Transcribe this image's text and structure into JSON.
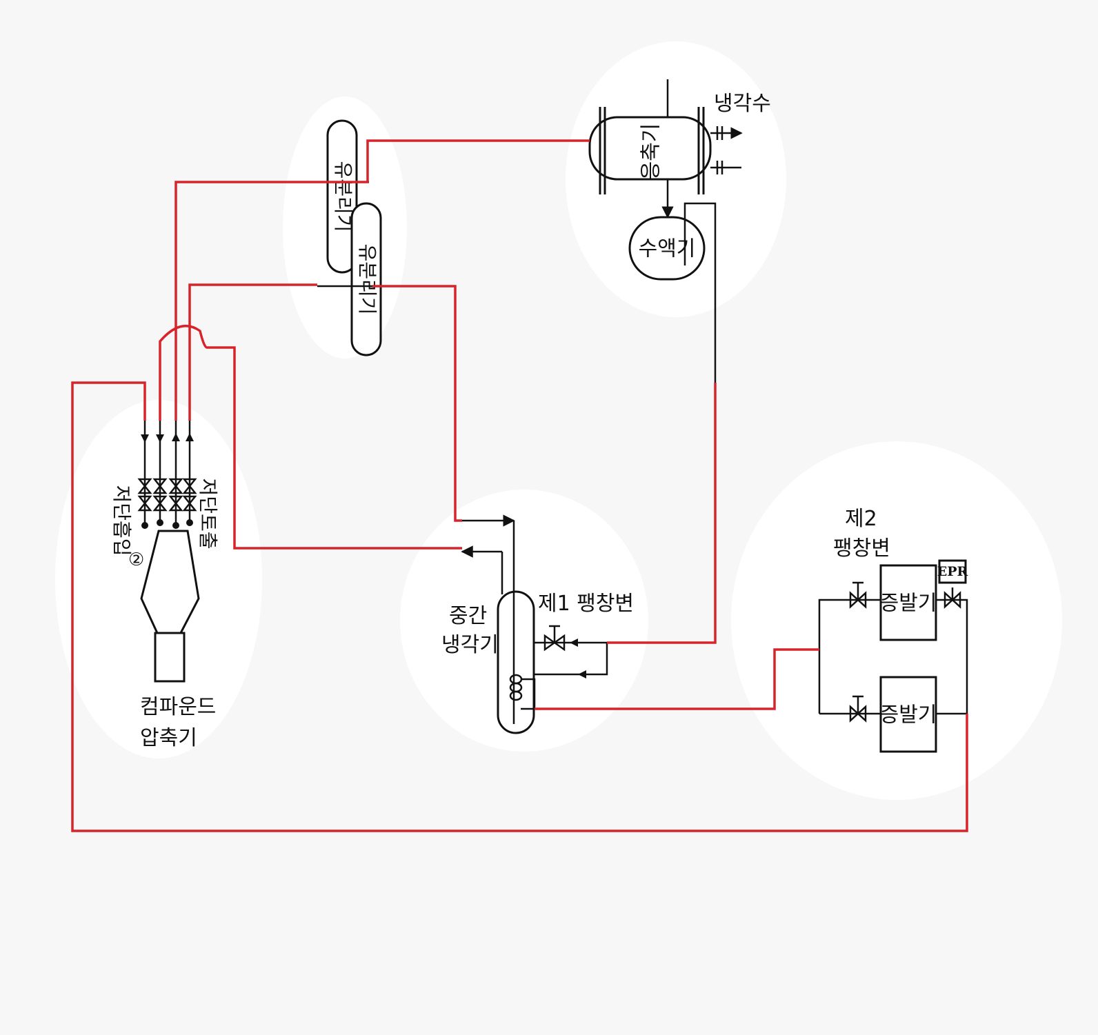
{
  "labels": {
    "cooling_water": "냉각수",
    "condenser": "응축기",
    "receiver": "수액기",
    "oil_separator_1": "유분리기",
    "oil_separator_2": "유분리기",
    "low_stage_suction": "저단흡입",
    "low_stage_discharge": "저단토출",
    "circled_2": "②",
    "compound_compressor_line1": "컴파운드",
    "compound_compressor_line2": "압축기",
    "intercooler_line1": "중간",
    "intercooler_line2": "냉각기",
    "first_expansion_valve": "제1 팽창변",
    "second_expansion_valve_line1": "제2",
    "second_expansion_valve_line2": "팽창변",
    "evaporator_1": "증발기",
    "evaporator_2": "증발기",
    "epr": "EPR"
  },
  "colors": {
    "highlight_line": "#d8232a",
    "diagram_line": "#111111",
    "background": "#f7f7f8",
    "halo": "#ffffff"
  }
}
